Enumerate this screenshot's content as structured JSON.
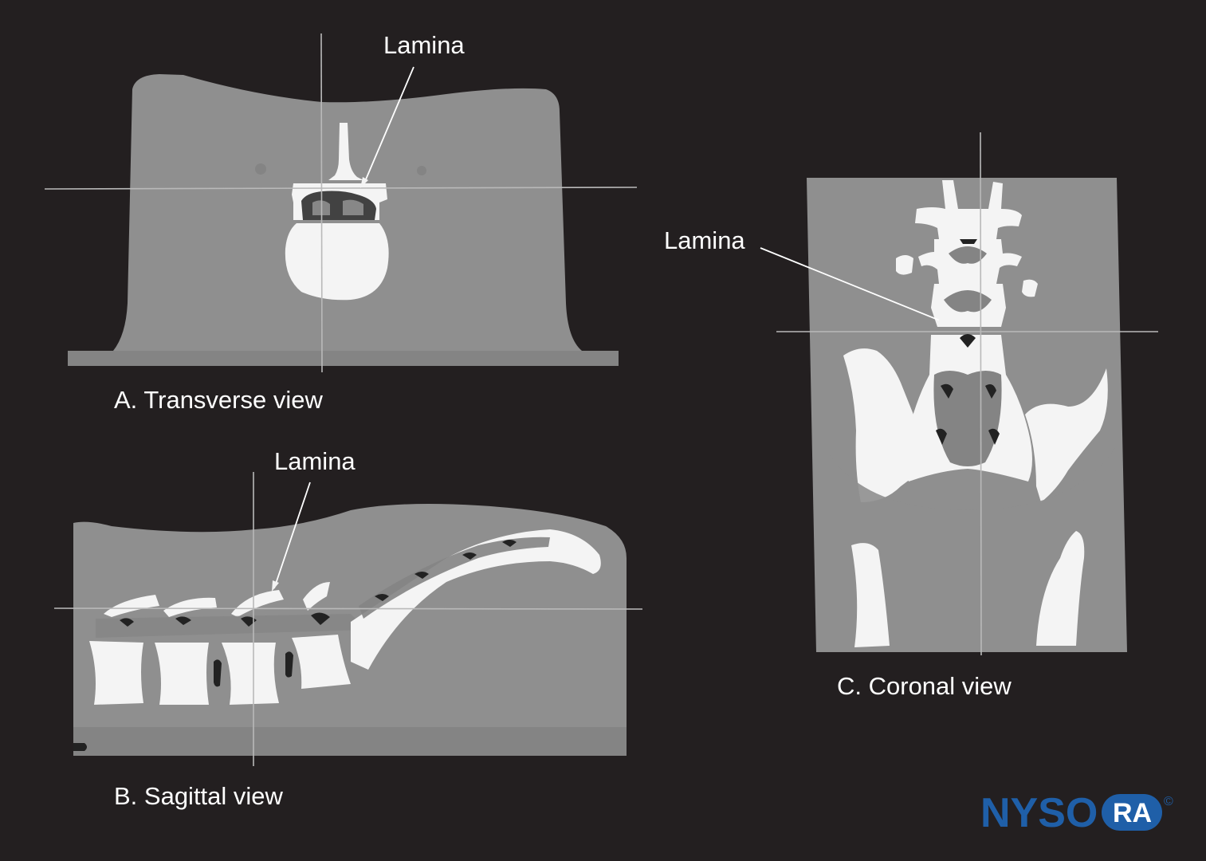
{
  "panels": {
    "transverse": {
      "caption": "A. Transverse view",
      "label": "Lamina"
    },
    "sagittal": {
      "caption": "B. Sagittal view",
      "label": "Lamina"
    },
    "coronal": {
      "caption": "C. Coronal view",
      "label": "Lamina"
    }
  },
  "logo": {
    "prefix": "NYSO",
    "circled": "RA",
    "mark": "©"
  },
  "colors": {
    "background": "#231f20",
    "logo_blue": "#1f5fa8"
  }
}
